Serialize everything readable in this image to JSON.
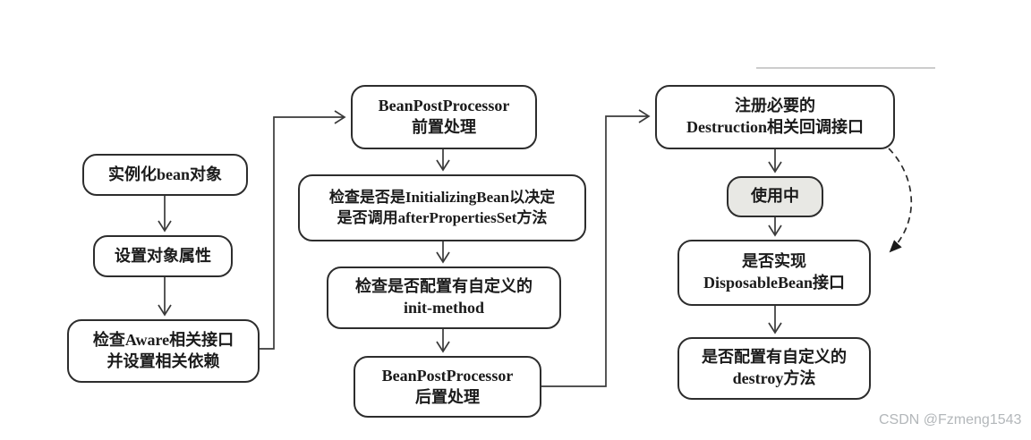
{
  "diagram": {
    "subject": "Spring bean lifecycle flowchart",
    "nodes": {
      "instantiate": {
        "label": "实例化bean对象"
      },
      "set_properties": {
        "label": "设置对象属性"
      },
      "check_aware": {
        "label": "检查Aware相关接口\n并设置相关依赖"
      },
      "bpp_before": {
        "label": "BeanPostProcessor\n前置处理"
      },
      "check_initializing": {
        "label": "检查是否是InitializingBean以决定\n是否调用afterPropertiesSet方法"
      },
      "check_init_method": {
        "label": "检查是否配置有自定义的\ninit-method"
      },
      "bpp_after": {
        "label": "BeanPostProcessor\n后置处理"
      },
      "register_destruction": {
        "label": "注册必要的\nDestruction相关回调接口"
      },
      "in_use": {
        "label": "使用中"
      },
      "check_disposable": {
        "label": "是否实现\nDisposableBean接口"
      },
      "check_destroy": {
        "label": "是否配置有自定义的\ndestroy方法"
      }
    },
    "edges": [
      {
        "from": "instantiate",
        "to": "set_properties",
        "style": "solid-open-arrow"
      },
      {
        "from": "set_properties",
        "to": "check_aware",
        "style": "solid-open-arrow"
      },
      {
        "from": "check_aware",
        "to": "bpp_before",
        "style": "solid-elbow-open-arrow"
      },
      {
        "from": "bpp_before",
        "to": "check_initializing",
        "style": "solid-open-arrow"
      },
      {
        "from": "check_initializing",
        "to": "check_init_method",
        "style": "solid-open-arrow"
      },
      {
        "from": "check_init_method",
        "to": "bpp_after",
        "style": "solid-open-arrow"
      },
      {
        "from": "bpp_after",
        "to": "register_destruction",
        "style": "solid-elbow-open-arrow"
      },
      {
        "from": "register_destruction",
        "to": "in_use",
        "style": "solid-open-arrow"
      },
      {
        "from": "in_use",
        "to": "check_disposable",
        "style": "solid-open-arrow"
      },
      {
        "from": "check_disposable",
        "to": "check_destroy",
        "style": "solid-open-arrow"
      },
      {
        "from": "register_destruction",
        "to": "check_disposable",
        "style": "dashed-curve-filled-arrow"
      }
    ],
    "colors": {
      "node_border": "#2d2d2d",
      "node_fill": "#ffffff",
      "in_use_fill": "#e8e8e4",
      "connector": "#3a3a3a",
      "top_rule": "#cccccc",
      "watermark_text": "#b3b7ba",
      "background": "#ffffff"
    }
  },
  "watermark": {
    "text": "CSDN @Fzmeng1543"
  }
}
